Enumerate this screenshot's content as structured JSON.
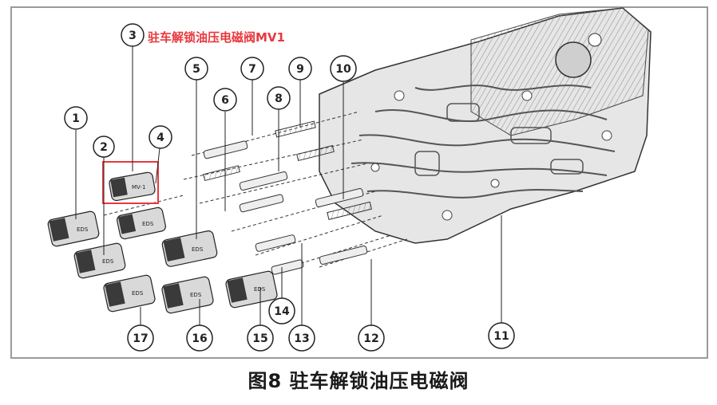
{
  "figure": {
    "caption": "图8 驻车解锁油压电磁阀",
    "highlight_label": "驻车解锁油压电磁阀MV1"
  },
  "callouts": [
    {
      "id": "1",
      "label": "1"
    },
    {
      "id": "2",
      "label": "2"
    },
    {
      "id": "3",
      "label": "3"
    },
    {
      "id": "4",
      "label": "4"
    },
    {
      "id": "5",
      "label": "5"
    },
    {
      "id": "6",
      "label": "6"
    },
    {
      "id": "7",
      "label": "7"
    },
    {
      "id": "8",
      "label": "8"
    },
    {
      "id": "9",
      "label": "9"
    },
    {
      "id": "10",
      "label": "10"
    },
    {
      "id": "11",
      "label": "11"
    },
    {
      "id": "12",
      "label": "12"
    },
    {
      "id": "13",
      "label": "13"
    },
    {
      "id": "14",
      "label": "14"
    },
    {
      "id": "15",
      "label": "15"
    },
    {
      "id": "16",
      "label": "16"
    },
    {
      "id": "17",
      "label": "17"
    }
  ],
  "solenoid_tags": {
    "mv1": "MV-1",
    "eds_s1": "EDS",
    "eds_c": "EDS",
    "eds_f": "EDS",
    "eds_b": "EDS",
    "eds_d": "EDS",
    "eds_a": "EDS"
  },
  "colors": {
    "highlight": "#e8383d",
    "line": "#222222",
    "part_fill": "#d9d9d9",
    "part_dark": "#3a3a3a"
  }
}
